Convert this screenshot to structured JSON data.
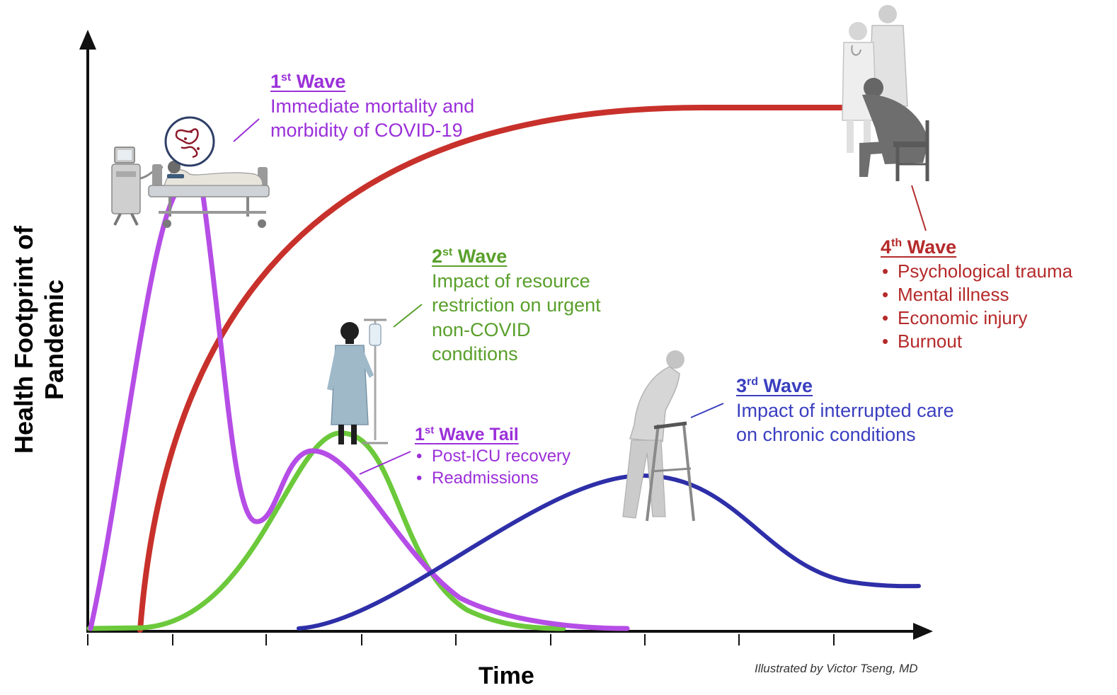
{
  "axes": {
    "y_label_line1": "Health Footprint of",
    "y_label_line2": "Pandemic",
    "x_label": "Time"
  },
  "credit": "Illustrated by Victor Tseng, MD",
  "waves": {
    "first": {
      "title_num": "1",
      "title_sup": "st",
      "title_rest": " Wave",
      "line1": "Immediate mortality and",
      "line2": "morbidity of COVID-19",
      "color": "#9b30d9"
    },
    "second": {
      "title_num": "2",
      "title_sup": "st",
      "title_rest": " Wave",
      "line1": "Impact of resource",
      "line2": "restriction on urgent",
      "line3": "non-COVID",
      "line4": "conditions",
      "color": "#5aa02c"
    },
    "first_tail": {
      "title_num": "1",
      "title_sup": "st",
      "title_rest": " Wave Tail",
      "bullets": [
        "Post-ICU recovery",
        "Readmissions"
      ],
      "color": "#9b30d9"
    },
    "third": {
      "title_num": "3",
      "title_sup": "rd",
      "title_rest": " Wave",
      "line1": "Impact of interrupted care",
      "line2": "on chronic conditions",
      "color": "#3a3fbf"
    },
    "fourth": {
      "title_num": "4",
      "title_sup": "th",
      "title_rest": " Wave",
      "bullets": [
        "Psychological trauma",
        "Mental illness",
        "Economic injury",
        "Burnout"
      ],
      "color": "#b52a2a"
    }
  },
  "icons": [
    "coronavirus-icon",
    "hospital-bed-icon",
    "ventilator-icon",
    "iv-patient-icon",
    "elderly-walker-icon",
    "healthcare-workers-icon",
    "distressed-person-icon"
  ]
}
